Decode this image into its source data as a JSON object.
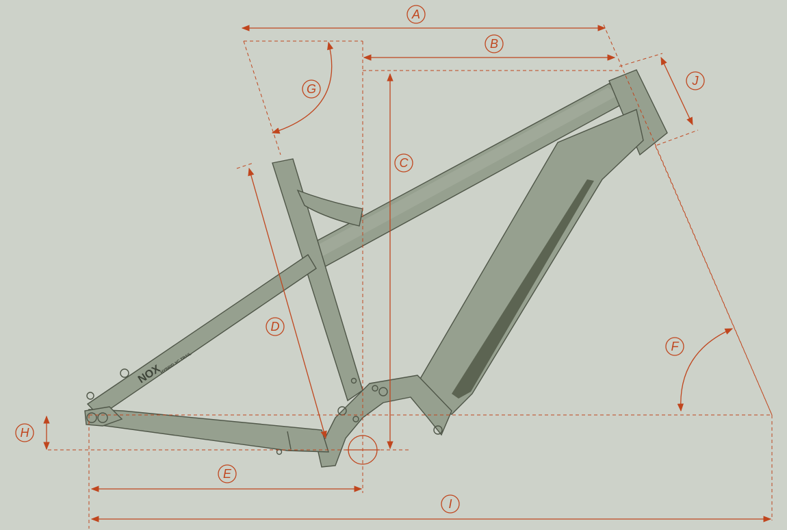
{
  "diagram": {
    "frame_brand": "NOX",
    "frame_model": "HYBRID XC TRAIL",
    "labels": {
      "A": "A",
      "B": "B",
      "C": "C",
      "D": "D",
      "E": "E",
      "F": "F",
      "G": "G",
      "H": "H",
      "I": "I",
      "J": "J"
    },
    "colors": {
      "background": "#cdd2c9",
      "dimension_lines": "#c0461e",
      "frame": "#96a08f",
      "frame_outline": "#4e5547"
    }
  }
}
